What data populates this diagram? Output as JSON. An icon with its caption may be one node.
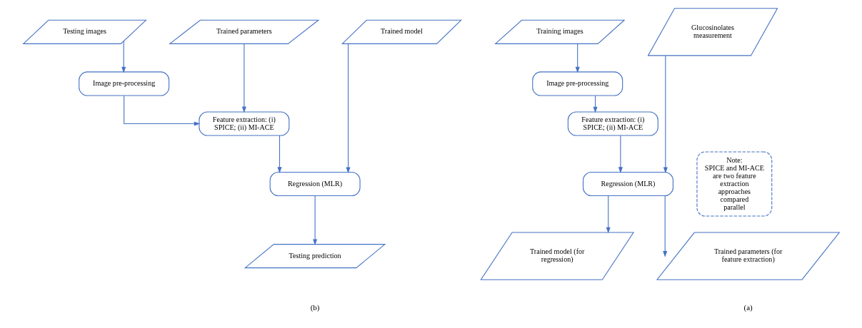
{
  "diagram": {
    "nodes": [
      {
        "text": [
          "Training images"
        ]
      },
      {
        "text": [
          "Glucosinolates measurement"
        ]
      },
      {
        "text": [
          "Image pre-processing"
        ]
      },
      {
        "text": [
          "Feature extraction: (i) SPICE; (ii) MI-ACE"
        ]
      },
      {
        "text": [
          "Regression (MLR)"
        ]
      },
      {
        "text": [
          "Trained parameters (for feature extraction)"
        ]
      },
      {
        "text": [
          "Trained model (for regression)"
        ]
      },
      {
        "text": [
          "Note:",
          "SPICE and MI-ACE are two feature extraction approaches compared parallel"
        ]
      },
      {
        "text": [
          "Testing images"
        ]
      },
      {
        "text": [
          "Trained parameters"
        ]
      },
      {
        "text": [
          "Trained model"
        ]
      },
      {
        "text": [
          "Image pre-processing"
        ]
      },
      {
        "text": [
          "Feature extraction: (i) SPICE; (ii) MI-ACE"
        ]
      },
      {
        "text": [
          "Regression (MLR)"
        ]
      },
      {
        "text": [
          "Testing prediction"
        ]
      }
    ],
    "edges": [
      {
        "from": 0,
        "to": 2,
        "arrow": "to"
      },
      {
        "from": 2,
        "to": 3,
        "arrow": "to"
      },
      {
        "from": 3,
        "to": 4,
        "arrow": "to"
      },
      {
        "from": 1,
        "to": 4,
        "arrow": "to"
      },
      {
        "from": 4,
        "to": 5,
        "arrow": "to"
      },
      {
        "from": 4,
        "to": 6,
        "arrow": "to"
      },
      {
        "from": 8,
        "to": 11,
        "arrow": "to"
      },
      {
        "from": 11,
        "to": 12,
        "arrow": "to"
      },
      {
        "from": 9,
        "to": 12,
        "arrow": "to"
      },
      {
        "from": 12,
        "to": 13,
        "arrow": "to"
      },
      {
        "from": 10,
        "to": 13,
        "arrow": "to"
      },
      {
        "from": 13,
        "to": 14,
        "arrow": "to"
      }
    ],
    "labels": [
      "(a)",
      "(b)"
    ]
  }
}
